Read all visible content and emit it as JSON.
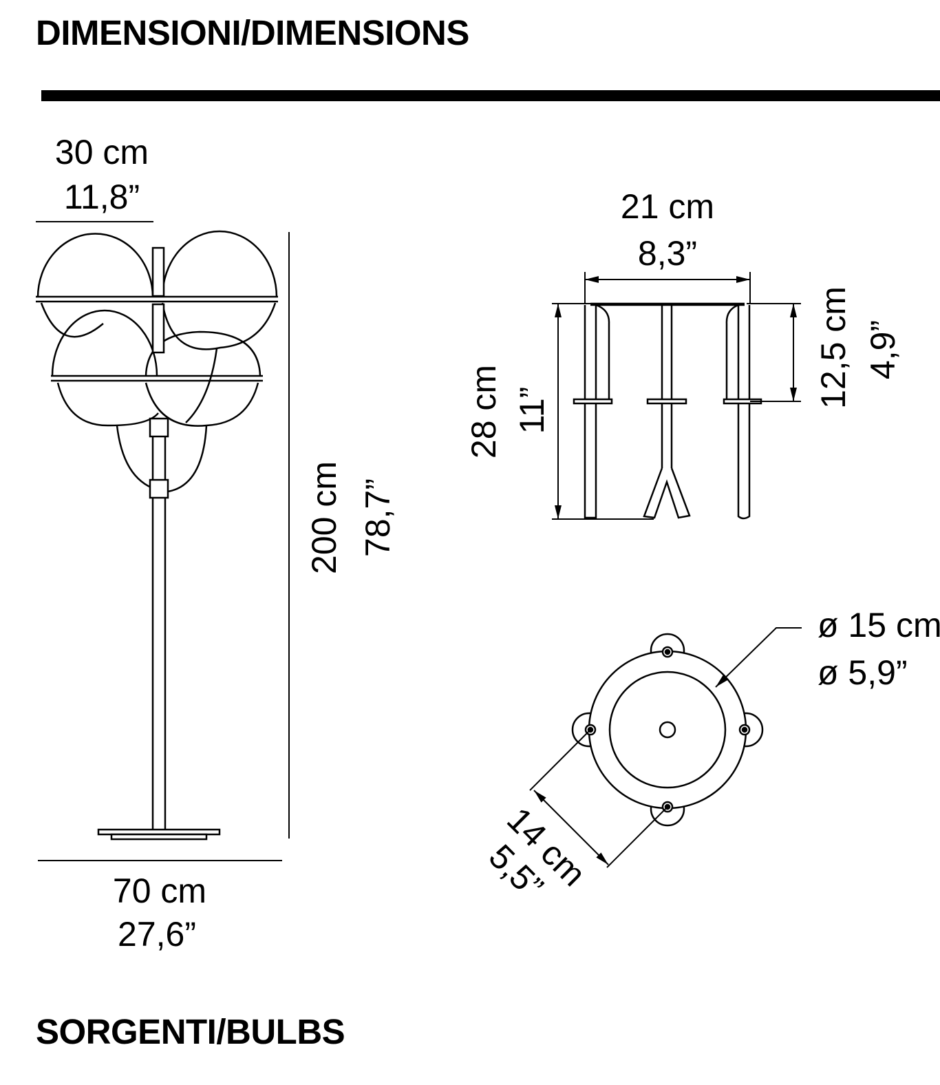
{
  "headings": {
    "dimensions": "DIMENSIONI/DIMENSIONS",
    "bulbs": "SORGENTI/BULBS"
  },
  "front_view": {
    "top_width_cm": "30 cm",
    "top_width_in": "11,8”",
    "height_cm": "200 cm",
    "height_in": "78,7”",
    "base_width_cm": "70 cm",
    "base_width_in": "27,6”"
  },
  "detail_view": {
    "width_cm": "21 cm",
    "width_in": "8,3”",
    "height_cm": "28 cm",
    "height_in": "11”",
    "upper_height_cm": "12,5 cm",
    "upper_height_in": "4,9”"
  },
  "top_view": {
    "diameter_cm": "ø 15 cm",
    "diameter_in": "ø 5,9”",
    "spacing_cm": "14 cm",
    "spacing_in": "5,5”"
  }
}
